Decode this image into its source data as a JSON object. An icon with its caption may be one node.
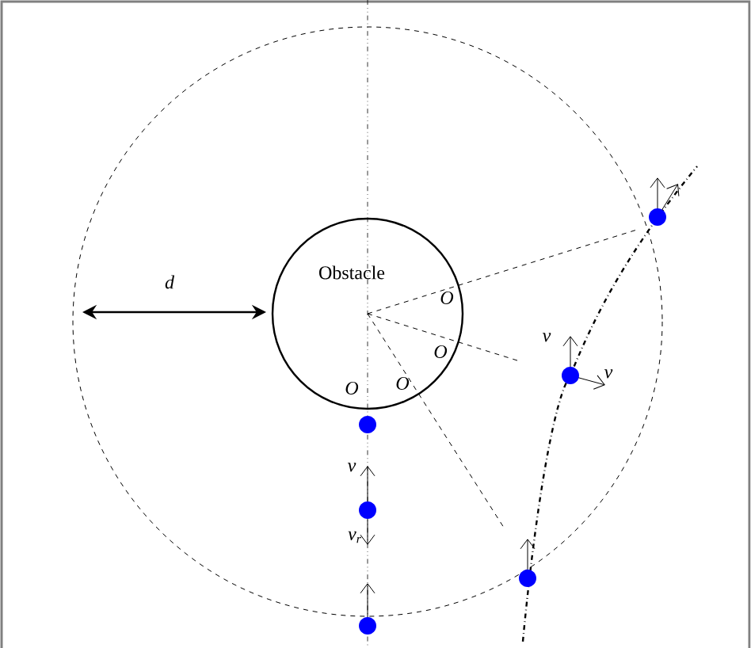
{
  "diagram": {
    "nodes": [
      {
        "text": [
          "Obstacle"
        ]
      }
    ],
    "labels": [
      "d",
      "O",
      "O",
      "O",
      "O",
      "v",
      "v$_{r}$",
      "v",
      "v"
    ]
  }
}
